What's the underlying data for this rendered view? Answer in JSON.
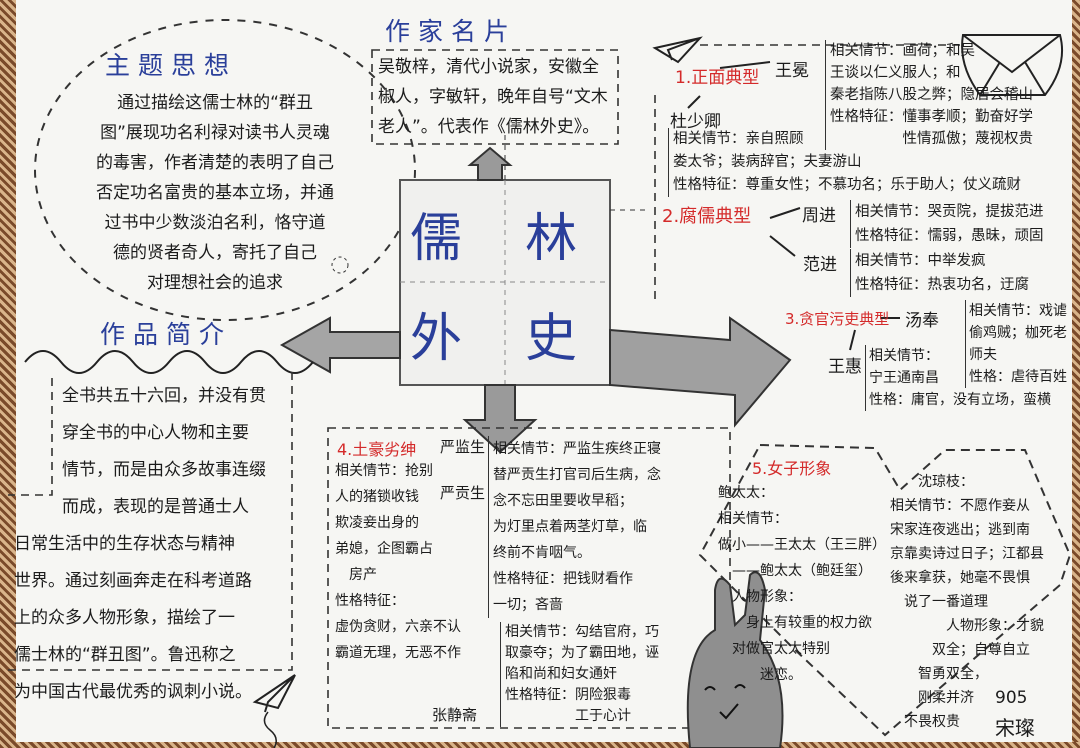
{
  "center_title": [
    "儒",
    "林",
    "外",
    "史"
  ],
  "theme": {
    "title": "主题思想",
    "lines": [
      "通过描绘这儒士林的“群丑",
      "图”展现功名利禄对读书人灵魂",
      "的毒害，作者清楚的表明了自己",
      "否定功名富贵的基本立场，并通",
      "过书中少数淡泊名利，恪守道",
      "德的贤者奇人，寄托了自己",
      "对理想社会的追求"
    ]
  },
  "author": {
    "title": "作家名片",
    "lines": [
      "吴敬梓，清代小说家，安徽全",
      "椒人，字敏轩，晚年自号“文木",
      "老人”。代表作《儒林外史》。"
    ]
  },
  "intro": {
    "title": "作品简介",
    "lines_top": [
      "全书共五十六回，并没有贯",
      "穿全书的中心人物和主要",
      "情节，而是由众多故事连缀",
      "而成，表现的是普通士人"
    ],
    "lines_bottom": [
      "日常生活中的生存状态与精神",
      "世界。通过刻画奔走在科考道路",
      "上的众多人物形象，描绘了一",
      "儒士林的“群丑图”。鲁迅称之",
      "为中国古代最优秀的讽刺小说。"
    ]
  },
  "s1": {
    "label": "1.正面典型",
    "wangmian": {
      "name": "王冕",
      "lines": [
        "相关情节：画荷；和吴",
        "王谈以仁义服人；和",
        "秦老指陈八股之弊；隐居会稽山",
        "性格特征：懂事孝顺；勤奋好学",
        "　　　　　性情孤傲；蔑视权贵"
      ]
    },
    "dushaoqing": {
      "name": "杜少卿",
      "lines": [
        "相关情节：亲自照顾",
        "娄太爷；装病辞官；夫妻游山",
        "性格特征：尊重女性；不慕功名；乐于助人；仗义疏财"
      ]
    }
  },
  "s2": {
    "label": "2.腐儒典型",
    "zhoujin": {
      "name": "周进",
      "lines": [
        "相关情节：哭贡院，提拔范进",
        "性格特征：懦弱，愚昧，顽固"
      ]
    },
    "fanjin": {
      "name": "范进",
      "lines": [
        "相关情节：中举发疯",
        "性格特征：热衷功名，迂腐"
      ]
    }
  },
  "s3": {
    "label": "3.贪官污吏典型",
    "tangfeng": {
      "name": "汤奉",
      "lines": [
        "相关情节：戏谑",
        "偷鸡贼；枷死老",
        "师夫",
        "性格：虐待百姓"
      ]
    },
    "wanghui": {
      "name": "王惠",
      "lines": [
        "相关情节：",
        "宁王通南昌",
        "性格：庸官，没有立场，蛮横"
      ]
    }
  },
  "s4": {
    "label": "4.土豪劣绅",
    "yanjiansheng": "严监生",
    "yangongsheng": "严贡生",
    "zhangjingzhai": "张静斋",
    "left_lines": [
      "相关情节：抢别",
      "人的猪锁收钱",
      "欺凌妾出身的",
      "弟媳，企图霸占",
      "　房产",
      "性格特征：",
      "虚伪贪财，六亲不认",
      "霸道无理，无恶不作"
    ],
    "right_lines": [
      "相关情节：严监生疾终正寝",
      "替严贡生打官司后生病，念",
      "念不忘田里要收早稻；",
      "为灯里点着两茎灯草，临",
      "终前不肯咽气。",
      "性格特征：把钱财看作",
      "一切；吝啬"
    ],
    "zhang_lines": [
      "相关情节：勾结官府，巧",
      "取豪夺；为了霸田地，诬",
      "陷和尚和妇女通奸",
      "性格特征：阴险狠毒",
      "　　　　　工于心计"
    ]
  },
  "s5": {
    "label": "5.女子形象",
    "left_lines": [
      "鲍太太：",
      "相关情节：",
      "做小——王太太（王三胖）",
      "　——鲍太太（鲍廷玺）",
      "　人物形象：",
      "　　身上有较重的权力欲",
      "　对做官太太特别",
      "　　　迷恋。"
    ],
    "right_lines": [
      "　　沈琼枝：",
      "相关情节：不愿作妾从",
      "宋家连夜逃出；逃到南",
      "京靠卖诗过日子；江都县",
      "後来拿获，她毫不畏惧",
      "　说了一番道理",
      "　　　　人物形象：才貌",
      "　　　双全；自尊自立",
      "　　智勇双全，",
      "　　刚柔并济",
      "　不畏权贵"
    ]
  },
  "signature": {
    "class": "905",
    "name": "宋璨"
  },
  "colors": {
    "title_blue": "#2a3f9a",
    "section_red": "#d42a2a",
    "arrow_gray": "#8a8a8a"
  }
}
